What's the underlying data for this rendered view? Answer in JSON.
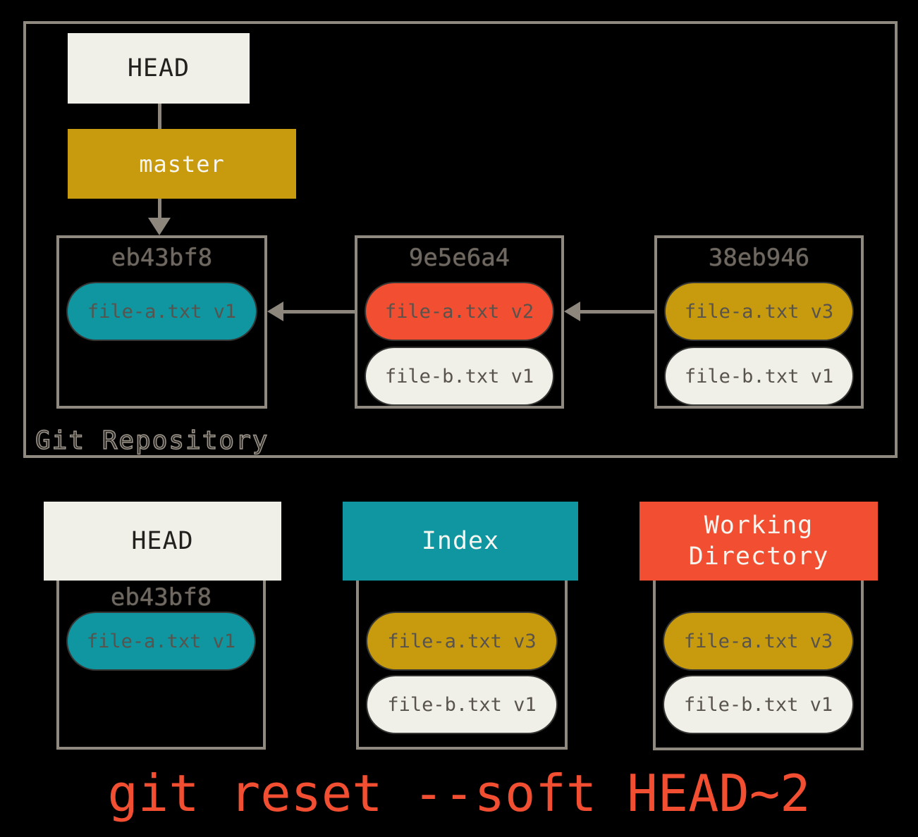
{
  "colors": {
    "background": "#000000",
    "border_gray": "#8f897f",
    "cream": "#f1f0e8",
    "gold": "#c89b0e",
    "teal": "#0f96a0",
    "red": "#f14e32",
    "pill_text": "#58534d",
    "hash_text": "#6e6861",
    "caption_red": "#f14e32"
  },
  "repository": {
    "label": "Git Repository",
    "head": "HEAD",
    "branch": "master",
    "commits": [
      {
        "hash": "eb43bf8",
        "files": [
          "file-a.txt v1"
        ]
      },
      {
        "hash": "9e5e6a4",
        "files": [
          "file-a.txt v2",
          "file-b.txt v1"
        ]
      },
      {
        "hash": "38eb946",
        "files": [
          "file-a.txt v3",
          "file-b.txt v1"
        ]
      }
    ]
  },
  "areas": {
    "head": {
      "title": "HEAD",
      "hash": "eb43bf8",
      "files": [
        "file-a.txt v1"
      ]
    },
    "index": {
      "title": "Index",
      "files": [
        "file-a.txt v3",
        "file-b.txt v1"
      ]
    },
    "working_directory": {
      "title": "Working Directory",
      "files": [
        "file-a.txt v3",
        "file-b.txt v1"
      ]
    }
  },
  "caption": "git reset --soft HEAD~2"
}
